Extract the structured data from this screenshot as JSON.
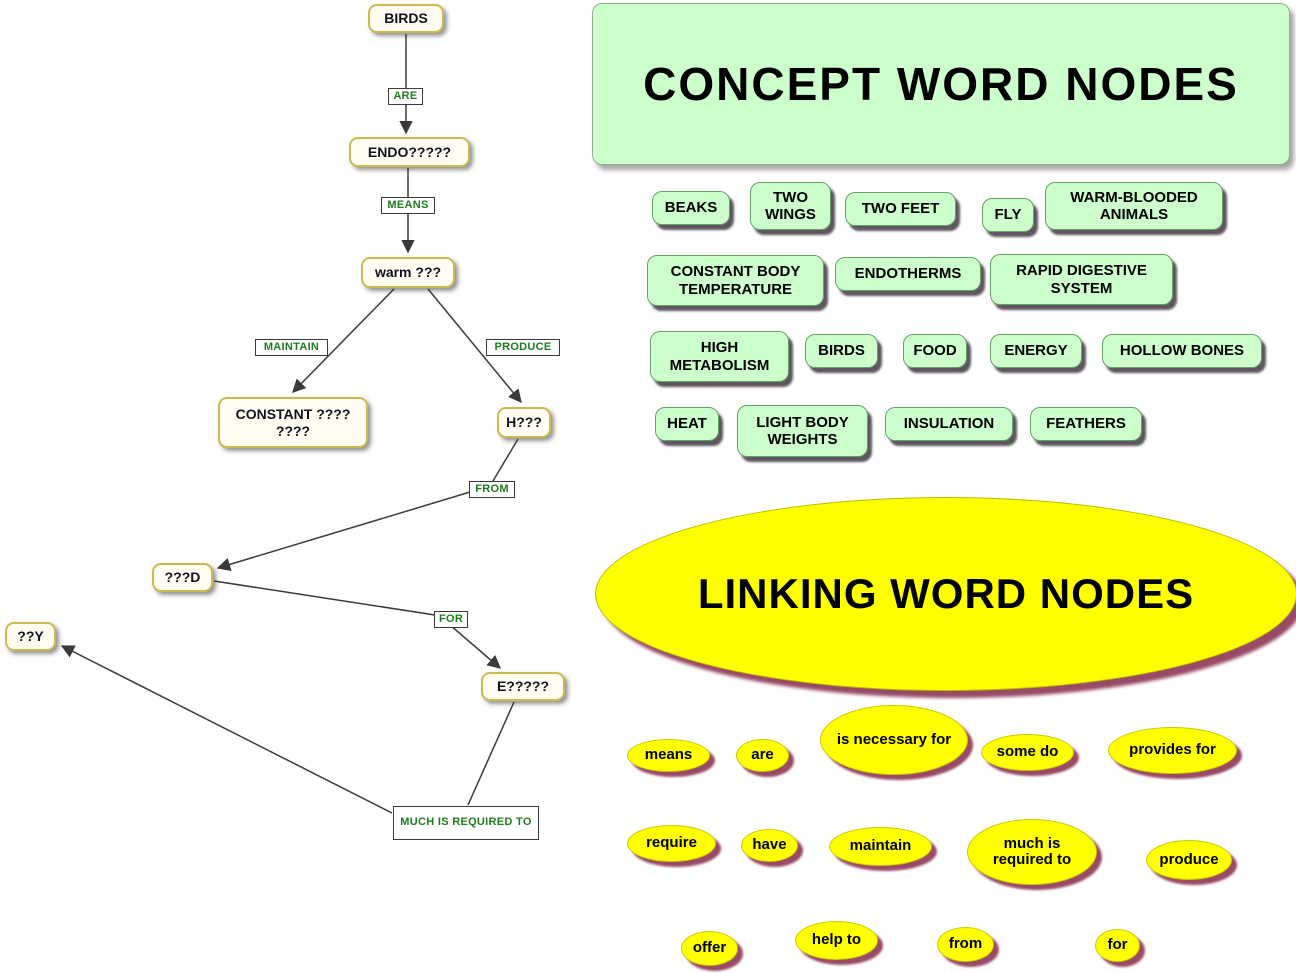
{
  "map": {
    "concepts": [
      {
        "id": "birds",
        "label": "BIRDS"
      },
      {
        "id": "endo",
        "label": "ENDO?????"
      },
      {
        "id": "warm",
        "label": "warm ???"
      },
      {
        "id": "constant",
        "label": "CONSTANT ???? ????"
      },
      {
        "id": "h",
        "label": "H???"
      },
      {
        "id": "d",
        "label": "???D"
      },
      {
        "id": "y",
        "label": "??Y"
      },
      {
        "id": "e",
        "label": "E?????"
      }
    ],
    "links": [
      {
        "id": "are",
        "label": "ARE"
      },
      {
        "id": "means",
        "label": "MEANS"
      },
      {
        "id": "maintain",
        "label": "MAINTAIN"
      },
      {
        "id": "produce",
        "label": "PRODUCE"
      },
      {
        "id": "from",
        "label": "FROM"
      },
      {
        "id": "for",
        "label": "FOR"
      },
      {
        "id": "much",
        "label": "MUCH IS REQUIRED TO"
      }
    ]
  },
  "concept_panel": {
    "title": "CONCEPT WORD NODES",
    "words": [
      "BEAKS",
      "TWO WINGS",
      "TWO FEET",
      "FLY",
      "WARM-BLOODED ANIMALS",
      "CONSTANT BODY TEMPERATURE",
      "ENDOTHERMS",
      "RAPID DIGESTIVE SYSTEM",
      "HIGH METABOLISM",
      "BIRDS",
      "FOOD",
      "ENERGY",
      "HOLLOW BONES",
      "HEAT",
      "LIGHT BODY WEIGHTS",
      "INSULATION",
      "FEATHERS"
    ]
  },
  "linking_panel": {
    "title": "LINKING WORD NODES",
    "words": [
      "means",
      "are",
      "is necessary for",
      "some do",
      "provides for",
      "require",
      "have",
      "maintain",
      "much is required to",
      "produce",
      "offer",
      "help to",
      "from",
      "for"
    ]
  },
  "colors": {
    "concept_green": "#ccffcc",
    "linking_yellow": "#ffff00",
    "map_node_border": "#cdb94f",
    "link_text_green": "#1e7b1e",
    "shadow_maroon": "#993355"
  }
}
